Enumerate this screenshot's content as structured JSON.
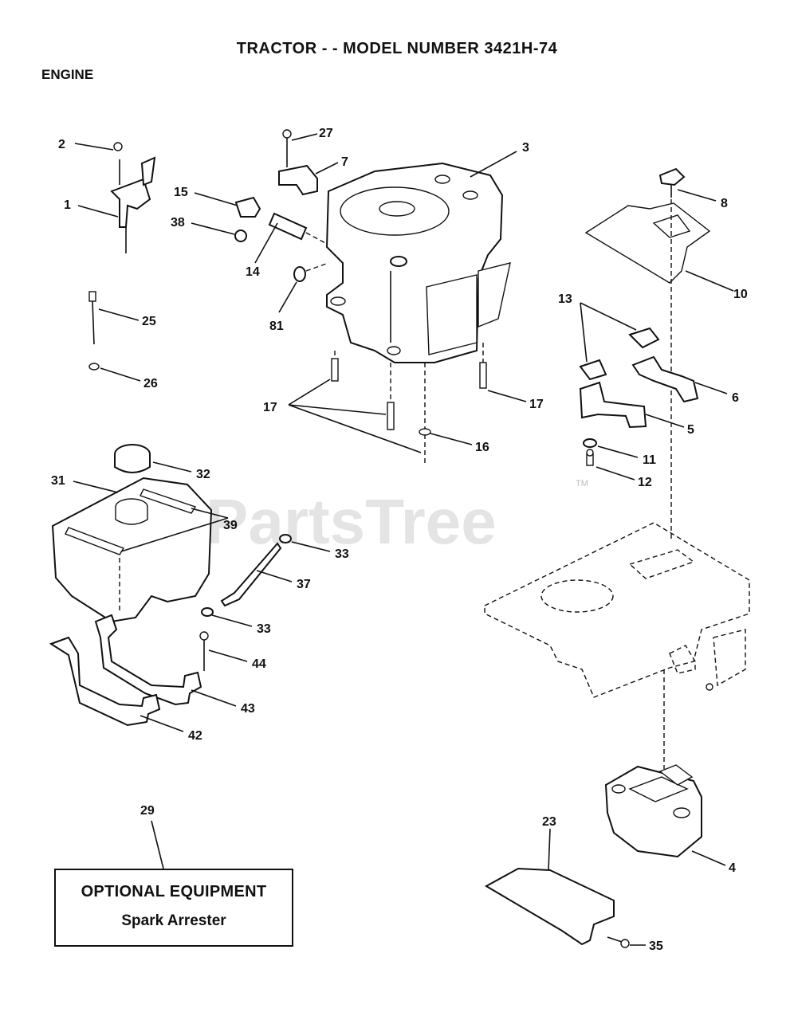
{
  "header": {
    "title": "TRACTOR - - MODEL NUMBER 3421H-74",
    "section": "ENGINE"
  },
  "watermark": {
    "text": "PartsTree",
    "tm": "TM"
  },
  "callouts": {
    "c1": "1",
    "c2": "2",
    "c3": "3",
    "c4": "4",
    "c5": "5",
    "c6": "6",
    "c7": "7",
    "c8": "8",
    "c10": "10",
    "c11": "11",
    "c12": "12",
    "c13": "13",
    "c14": "14",
    "c15": "15",
    "c16": "16",
    "c17a": "17",
    "c17b": "17",
    "c23": "23",
    "c25": "25",
    "c26": "26",
    "c27": "27",
    "c29": "29",
    "c31": "31",
    "c32": "32",
    "c33a": "33",
    "c33b": "33",
    "c35": "35",
    "c37": "37",
    "c38": "38",
    "c39": "39",
    "c42": "42",
    "c43": "43",
    "c44": "44",
    "c81": "81"
  },
  "optional_box": {
    "title": "OPTIONAL EQUIPMENT",
    "subtitle": "Spark Arrester"
  },
  "colors": {
    "ink": "#111111",
    "paper": "#ffffff",
    "watermark": "#cfcfcf"
  }
}
